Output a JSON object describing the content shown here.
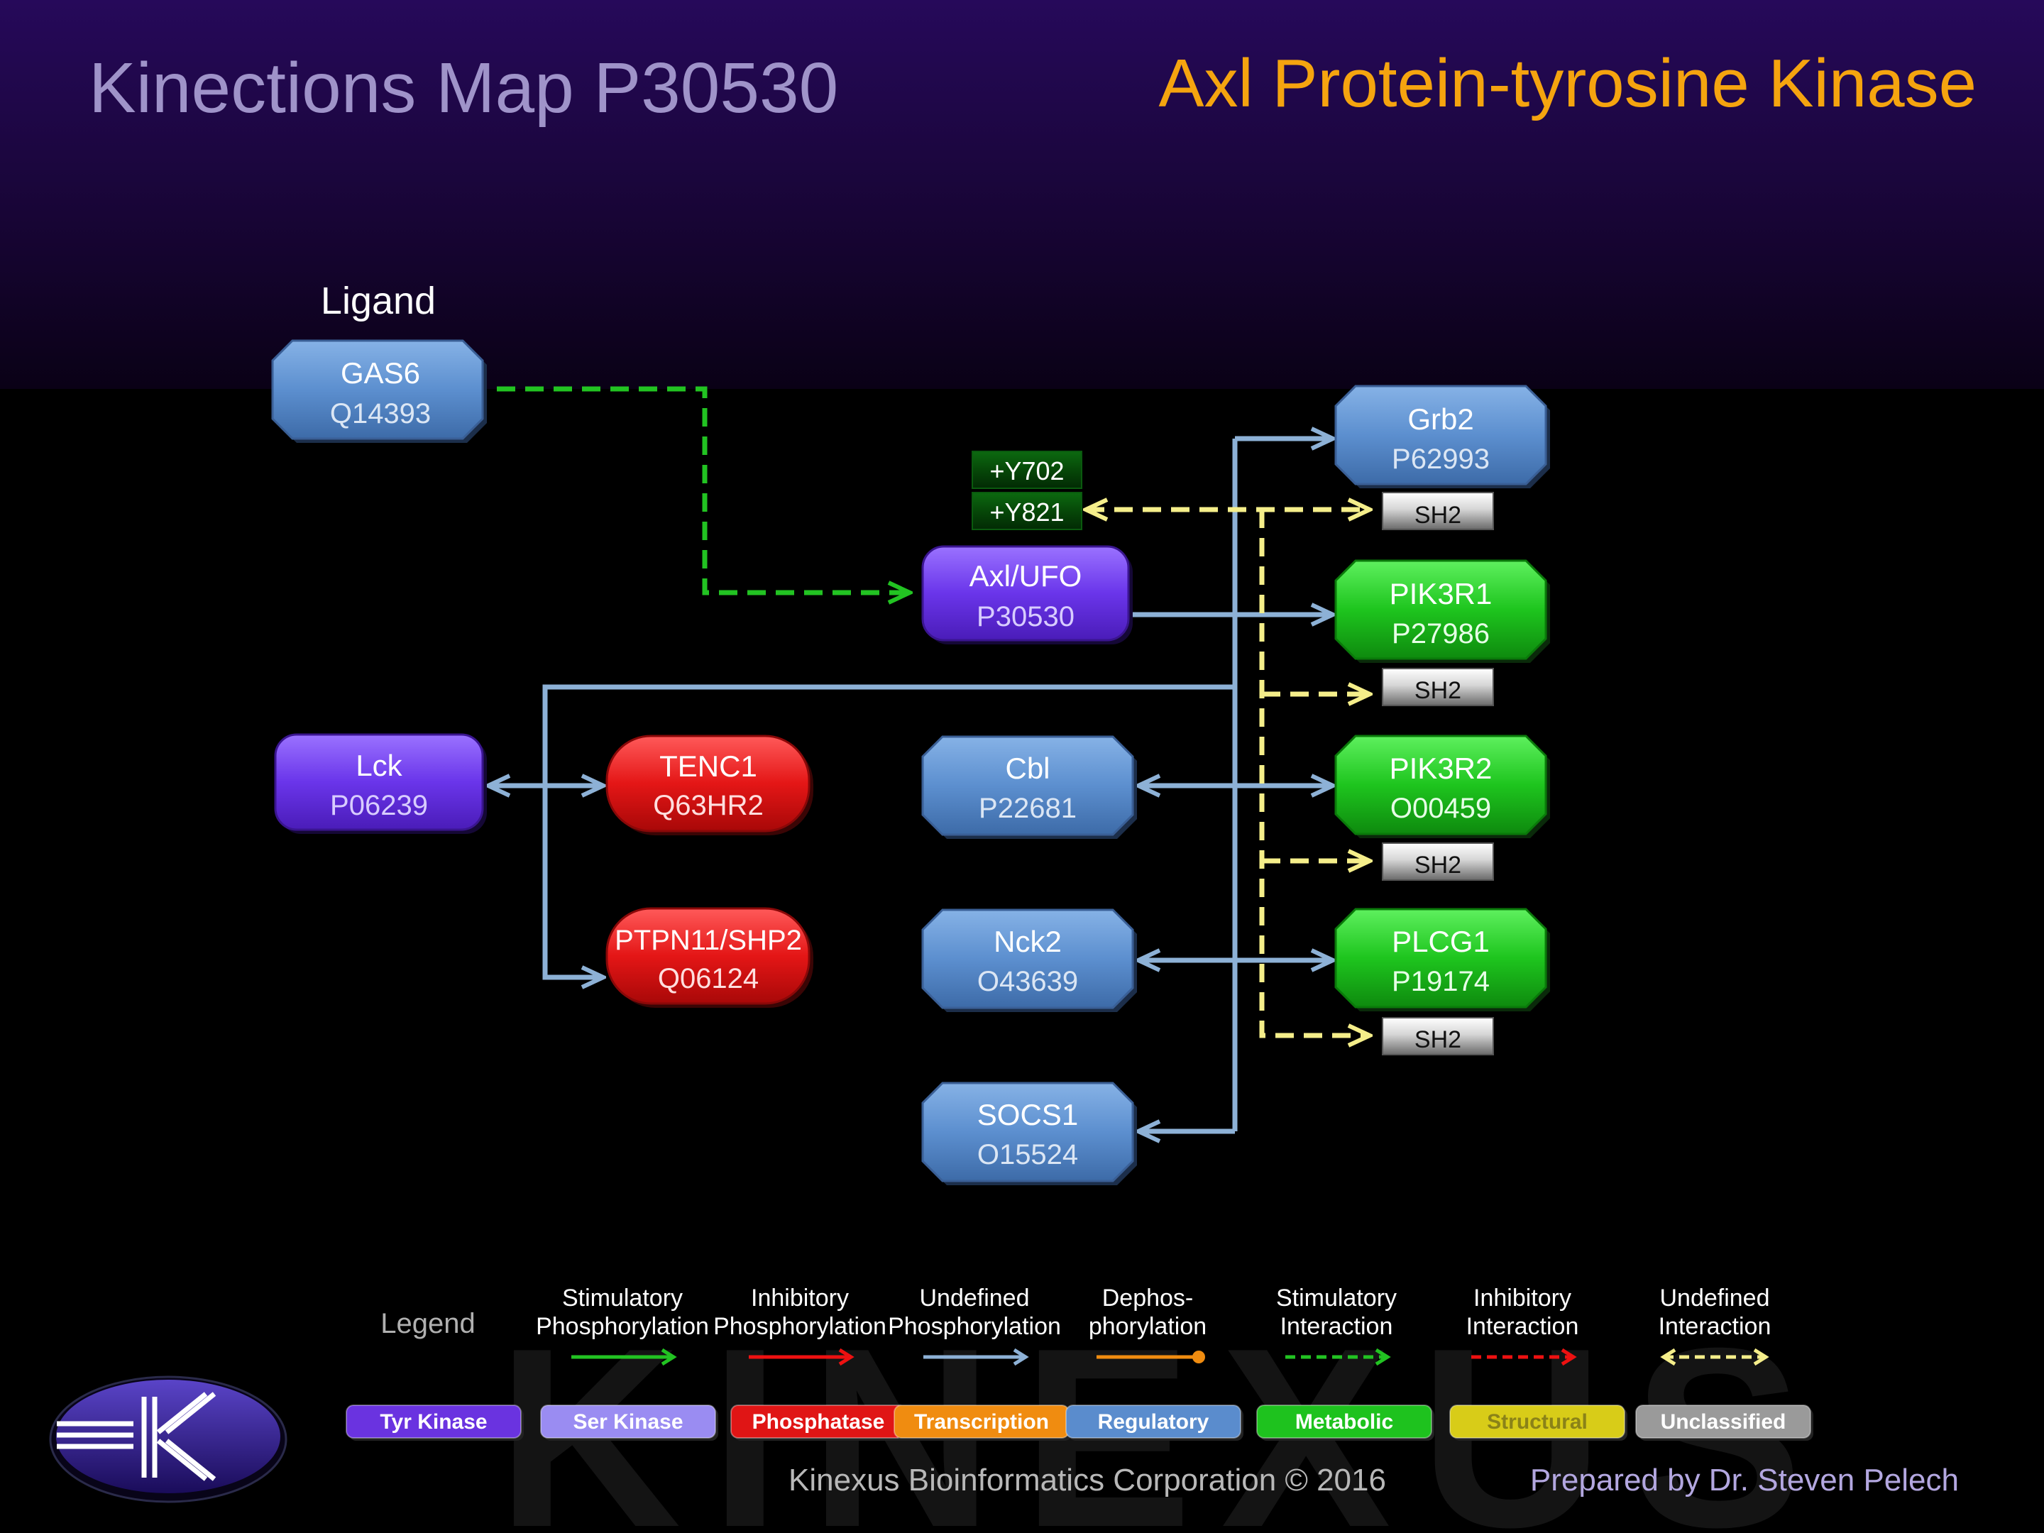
{
  "header": {
    "title": "Kinections Map P30530",
    "subtitle": "Axl Protein-tyrosine Kinase"
  },
  "ligand_label": "Ligand",
  "nodes": [
    {
      "id": "gas6",
      "name": "GAS6",
      "acc": "Q14393",
      "kind": "Regulatory"
    },
    {
      "id": "axl",
      "name": "Axl/UFO",
      "acc": "P30530",
      "kind": "Tyr Kinase"
    },
    {
      "id": "lck",
      "name": "Lck",
      "acc": "P06239",
      "kind": "Tyr Kinase"
    },
    {
      "id": "tenc1",
      "name": "TENC1",
      "acc": "Q63HR2",
      "kind": "Phosphatase"
    },
    {
      "id": "ptpn11",
      "name": "PTPN11/SHP2",
      "acc": "Q06124",
      "kind": "Phosphatase"
    },
    {
      "id": "cbl",
      "name": "Cbl",
      "acc": "P22681",
      "kind": "Regulatory"
    },
    {
      "id": "nck2",
      "name": "Nck2",
      "acc": "O43639",
      "kind": "Regulatory"
    },
    {
      "id": "socs1",
      "name": "SOCS1",
      "acc": "O15524",
      "kind": "Regulatory"
    },
    {
      "id": "grb2",
      "name": "Grb2",
      "acc": "P62993",
      "kind": "Regulatory"
    },
    {
      "id": "pik3r1",
      "name": "PIK3R1",
      "acc": "P27986",
      "kind": "Metabolic"
    },
    {
      "id": "pik3r2",
      "name": "PIK3R2",
      "acc": "O00459",
      "kind": "Metabolic"
    },
    {
      "id": "plcg1",
      "name": "PLCG1",
      "acc": "P19174",
      "kind": "Metabolic"
    }
  ],
  "sites": [
    "+Y702",
    "+Y821"
  ],
  "domains": [
    "SH2",
    "SH2",
    "SH2",
    "SH2"
  ],
  "legend": {
    "title": "Legend",
    "arrows": [
      {
        "line1": "Stimulatory",
        "line2": "Phosphorylation",
        "color": "#22c322"
      },
      {
        "line1": "Inhibitory",
        "line2": "Phosphorylation",
        "color": "#ee1111"
      },
      {
        "line1": "Undefined",
        "line2": "Phosphorylation",
        "color": "#8db1d6"
      },
      {
        "line1": "Dephos-",
        "line2": "phorylation",
        "color": "#f08c10"
      },
      {
        "line1": "Stimulatory",
        "line2": "Interaction",
        "color": "#22c322"
      },
      {
        "line1": "Inhibitory",
        "line2": "Interaction",
        "color": "#ee1111"
      },
      {
        "line1": "Undefined",
        "line2": "Interaction",
        "color": "#f5ee8a"
      }
    ],
    "types": [
      {
        "label": "Tyr Kinase",
        "color": "#6a33e0"
      },
      {
        "label": "Ser Kinase",
        "color": "#9a8cf2"
      },
      {
        "label": "Phosphatase",
        "color": "#e01515"
      },
      {
        "label": "Transcription",
        "color": "#f08c10"
      },
      {
        "label": "Regulatory",
        "color": "#5a8ccd"
      },
      {
        "label": "Metabolic",
        "color": "#1ec21e"
      },
      {
        "label": "Structural",
        "color": "#d8cc18"
      },
      {
        "label": "Unclassified",
        "color": "#9a9a9a"
      }
    ]
  },
  "footer": {
    "corporation": "Kinexus Bioinformatics Corporation © 2016",
    "prepared_by": "Prepared by Dr. Steven Pelech"
  },
  "watermark": "KINEXUS",
  "colors": {
    "title": "#9f93c9",
    "subtitle": "#f5a40f",
    "tyr_kinase": "#6a33e0",
    "regulatory": "#5a8ccd",
    "phosphatase": "#e01515",
    "metabolic": "#1ec21e",
    "undefined_phos": "#8db1d6",
    "stim_interaction": "#22c322",
    "undef_interaction": "#f5ee8a"
  }
}
